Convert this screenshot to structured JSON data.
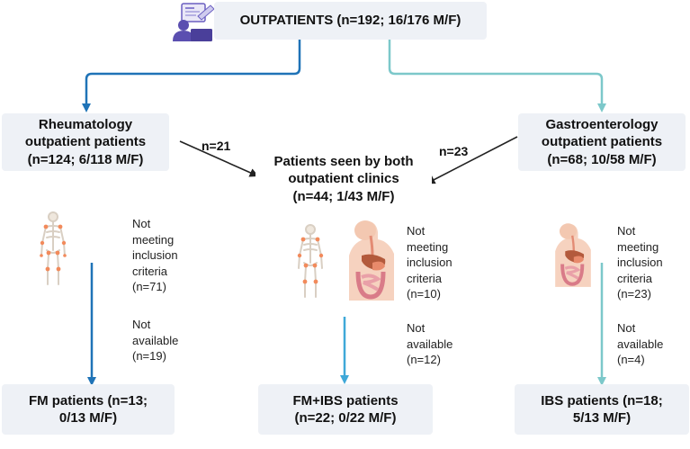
{
  "top": {
    "label": "OUTPATIENTS (n=192; 16/176 M/F)"
  },
  "rheumatology": {
    "line1": "Rheumatology",
    "line2": "outpatient patients",
    "line3": "(n=124; 6/118 M/F)"
  },
  "gastroenterology": {
    "line1": "Gastroenterology",
    "line2": "outpatient patients",
    "line3": "(n=68; 10/58 M/F)"
  },
  "both": {
    "line1": "Patients seen by both",
    "line2": "outpatient clinics",
    "line3": "(n=44; 1/43 M/F)"
  },
  "edges": {
    "left": "n=21",
    "right": "n=23"
  },
  "notes": {
    "left_excluded": [
      "Not",
      "meeting",
      "inclusion",
      "criteria",
      "(n=71)"
    ],
    "left_unavailable": [
      "Not",
      "available",
      "(n=19)"
    ],
    "center_excluded": [
      "Not",
      "meeting",
      "inclusion",
      "criteria",
      "(n=10)"
    ],
    "center_unavailable": [
      "Not",
      "available",
      "(n=12)"
    ],
    "right_excluded": [
      "Not",
      "meeting",
      "inclusion",
      "criteria",
      "(n=23)"
    ],
    "right_unavailable": [
      "Not",
      "available",
      "(n=4)"
    ]
  },
  "results": {
    "fm": {
      "line1": "FM patients (n=13;",
      "line2": "0/13 M/F)"
    },
    "fm_ibs": {
      "line1": "FM+IBS patients",
      "line2": "(n=22; 0/22 M/F)"
    },
    "ibs": {
      "line1": "IBS patients (n=18;",
      "line2": "5/13 M/F)"
    }
  },
  "colors": {
    "blue": "#1f73b7",
    "teal": "#7cc8ca",
    "mid": "#3fa8d8",
    "box": "#eef1f6",
    "icon": "#5b4fb0"
  },
  "icons": {
    "top": "clinician-computer-icon",
    "skeleton": "skeleton-icon",
    "digestive": "digestive-system-icon"
  }
}
